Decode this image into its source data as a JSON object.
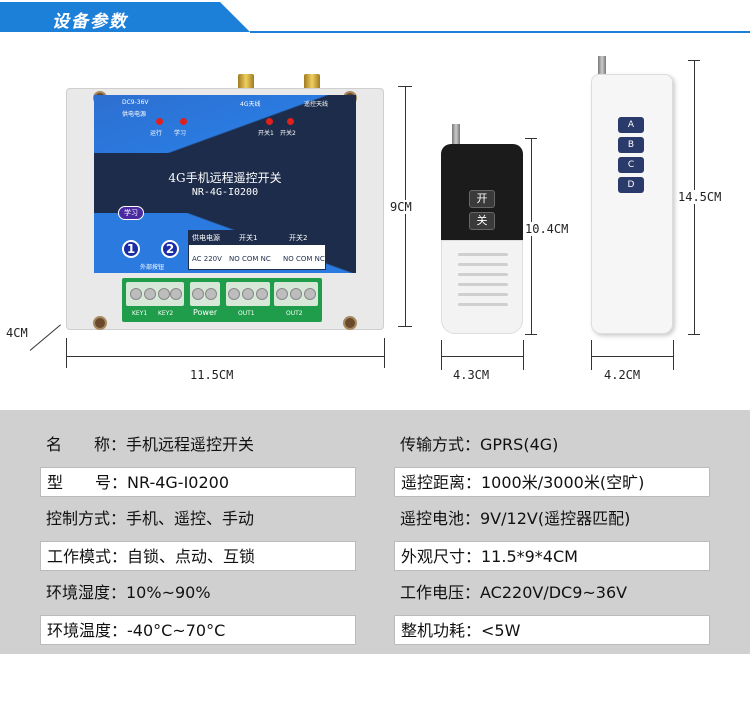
{
  "header": {
    "title": "设备参数",
    "color": "#1c7fd8"
  },
  "device": {
    "labels": {
      "dc": "DC9-36V",
      "power_source": "供电电源",
      "run": "运行",
      "learn": "学习",
      "antenna_4g": "4G天线",
      "antenna_remote": "遥控天线",
      "switch1": "开关1",
      "switch2": "开关2",
      "title": "4G手机远程遥控开关",
      "model": "NR-4G-I0200",
      "learn_button": "学习",
      "btn1": "1",
      "btn2": "2",
      "external_buttons": "外部按钮"
    },
    "table": {
      "h1": "供电电源",
      "h2": "开关1",
      "h3": "开关2",
      "v1": "AC 220V",
      "v2": "NO COM NC",
      "v3": "NO COM NC"
    },
    "terminals": [
      "KEY1",
      "KEY2",
      "Power",
      "OUT1",
      "OUT2"
    ]
  },
  "dimensions": {
    "height_main": "9CM",
    "width_main": "11.5CM",
    "depth_main": "4CM",
    "remote1_height": "10.4CM",
    "remote1_width": "4.3CM",
    "remote2_height": "14.5CM",
    "remote2_width": "4.2CM"
  },
  "remote1": {
    "btn_open": "开",
    "btn_close": "关"
  },
  "remote2": {
    "buttons": [
      "A",
      "B",
      "C",
      "D"
    ]
  },
  "specs": {
    "left": [
      "名　　称：手机远程遥控开关",
      "型　　号：NR-4G-I0200",
      "控制方式：手机、遥控、手动",
      "工作模式：自锁、点动、互锁",
      "环境湿度：10%~90%",
      "环境温度：-40°C~70°C"
    ],
    "right": [
      "传输方式：GPRS(4G)",
      "遥控距离：1000米/3000米(空旷)",
      "遥控电池：9V/12V(遥控器匹配)",
      "外观尺寸：11.5*9*4CM",
      "工作电压：AC220V/DC9~36V",
      "整机功耗：<5W"
    ]
  }
}
